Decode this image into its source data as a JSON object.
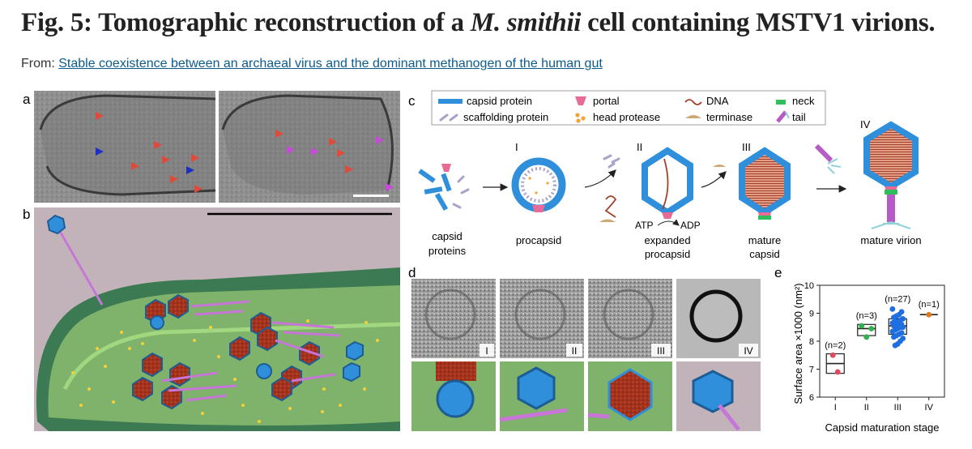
{
  "title": {
    "prefix": "Fig. 5: Tomographic reconstruction of a ",
    "species": "M. smithii",
    "suffix": " cell containing MSTV1 virions."
  },
  "source": {
    "from_label": "From: ",
    "link_text": "Stable coexistence between an archaeal virus and the dominant methanogen of the human gut"
  },
  "panel_labels": {
    "a": "a",
    "b": "b",
    "c": "c",
    "d": "d",
    "e": "e"
  },
  "legend": {
    "capsid": "capsid protein",
    "scaffold": "scaffolding protein",
    "portal": "portal",
    "protease": "head protease",
    "dna": "DNA",
    "terminase": "terminase",
    "neck": "neck",
    "tail": "tail"
  },
  "stages": {
    "I": "I",
    "II": "II",
    "III": "III",
    "IV": "IV",
    "capsid_proteins_1": "capsid",
    "capsid_proteins_2": "proteins",
    "procapsid": "procapsid",
    "expanded_1": "expanded",
    "expanded_2": "procapsid",
    "mature_1": "mature",
    "mature_2": "capsid",
    "virion": "mature virion",
    "atp": "ATP",
    "adp": "ADP"
  },
  "panel_d_tags": [
    "I",
    "II",
    "III",
    "IV"
  ],
  "colors": {
    "capsid": "#2f8fdb",
    "scaffold": "#a9a3cc",
    "portal": "#e86a97",
    "protease": "#f2a33a",
    "dna": "#a0412a",
    "terminase": "#cfa877",
    "neck": "#2fbf5a",
    "tail": "#b65ac8",
    "cell_bg": "#c2b2b9",
    "cytoplasm": "#7fb26b"
  },
  "chart_data": {
    "type": "scatter",
    "title": "",
    "xlabel": "Capsid maturation stage",
    "ylabel": "Surface area ×1000 (nm²)",
    "ylim": [
      6,
      10
    ],
    "yticks": [
      "6",
      "7",
      "8",
      "9",
      "10"
    ],
    "categories": [
      "I",
      "II",
      "III",
      "IV"
    ],
    "counts": [
      "(n=2)",
      "(n=3)",
      "(n=27)",
      "(n=1)"
    ],
    "series": [
      {
        "stage": "I",
        "color": "#e0495f",
        "values": [
          7.5,
          6.9
        ],
        "median": 7.2,
        "q1": 6.85,
        "q3": 7.55
      },
      {
        "stage": "II",
        "color": "#2db34a",
        "values": [
          8.55,
          8.15,
          8.45
        ],
        "median": 8.45,
        "q1": 8.2,
        "q3": 8.6
      },
      {
        "stage": "III",
        "color": "#1f6fe0",
        "values": [
          9.15,
          9.05,
          8.95,
          8.9,
          8.85,
          8.8,
          8.75,
          8.7,
          8.7,
          8.65,
          8.6,
          8.6,
          8.55,
          8.55,
          8.5,
          8.5,
          8.45,
          8.4,
          8.35,
          8.3,
          8.25,
          8.2,
          8.15,
          8.1,
          8.0,
          7.9,
          7.85
        ],
        "median": 8.55,
        "q1": 8.25,
        "q3": 8.8
      },
      {
        "stage": "IV",
        "color": "#e07820",
        "values": [
          8.95
        ],
        "median": 8.95,
        "q1": 8.95,
        "q3": 8.95
      }
    ]
  }
}
